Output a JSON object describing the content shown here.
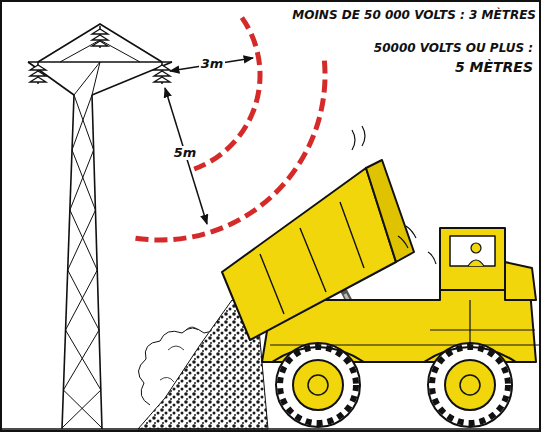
{
  "diagram": {
    "labels": [
      "MOINS DE 50 000 VOLTS : 3 MÈTRES",
      "50000 VOLTS OU PLUS :",
      "5 MÈTRES",
      "3m",
      "5m"
    ]
  }
}
